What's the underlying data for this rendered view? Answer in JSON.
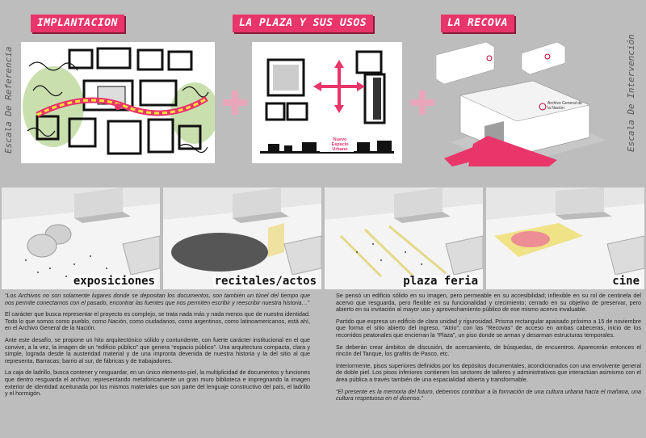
{
  "titles": {
    "implantacion": "IMPLANTACION",
    "plaza": "LA PLAZA Y SUS USOS",
    "recova": "LA RECOVA"
  },
  "side_labels": {
    "left": "Escala De Referencia",
    "right": "Escala De Intervención"
  },
  "plaza_diagram": {
    "label": "Nuevo Espacio Urbano"
  },
  "recova_diagram": {
    "building_label": "Archivo General de la Nación"
  },
  "renders": [
    {
      "label": "exposiciones"
    },
    {
      "label": "recitales/actos"
    },
    {
      "label": "plaza feria"
    },
    {
      "label": "cine"
    }
  ],
  "text_left": [
    "“Los Archivos no son solamente lugares donde se depositan los documentos, son también un túnel del tiempo que nos permite conectarnos con el pasado, encontrar las fuentes que nos permiten escribir y reescribir nuestra historia…”",
    "El carácter que busca representar el proyecto es complejo, se trata nada más y nada menos que de nuestra identidad. Todo lo que somos como pueblo, como Nación, como ciudadanos, como argentinos, como latinoamericanos, está ahí, en el Archivo General de la Nación.",
    "Ante este desafío, se propone un hito arquitectónico sólido y contundente, con fuerte carácter institucional en el que convive, a la vez, la imagen de un “edificio público” que genera “espacio público”. Una arquitectura compacta, clara y simple, lograda desde la austeridad material y de una impronta devenida de nuestra historia y la del sitio al que representa, Barracas; barrio al sur, de fábricas y de trabajadores.",
    "La caja de ladrillo, busca contener y resguardar, en un único elemento-piel, la multiplicidad de documentos y funciones que dentro resguarda el archivo; representando metafóricamente un gran muro biblioteca e impregnando la imagen exterior de identidad aceitunada por los mismos materiales que son parte del lenguaje constructivo del país, el ladrillo y el hormigón."
  ],
  "text_right": [
    "Se pensó un edificio sólido en su imagen, pero permeable en su accesibilidad; inflexible en su rol de centinela del acervo que resguarda, pero flexible en su funcionalidad y crecimiento; cerrado en su objetivo de preservar, pero abierto en su invitación al mayor uso y aprovechamiento público de ese mismo acervo invaluable.",
    "Partido que expresa un edificio de clara unidad y rigurosidad. Prisma rectangular apaisado próximo a 15 de noviembre que forma el sitio abierto del ingreso, “Atrio”; con las “Recovas” de acceso en ambas cabeceras, inicio de los recorridos peatonales que encierran la “Plaza”, un piso donde se arman y desarman estructuras temporales.",
    "Se deberán crear ámbitos de discusión, de acercamiento, de búsquedas, de encuentros. Aparecerán entonces el rincón del Tanque, los grafitis de Pasco, etc.",
    "Interiormente, pisos superiores definidos por los depósitos documentales, acondicionados con una envolvente general de doble piel. Los pisos inferiores contienen los sectores de talleres y administrativos que interactúan asimismo con el área pública a través también de una espacialidad abierta y transformable.",
    "“El presente es la memoria del futuro, debemos contribuir a la formación de una cultura urbana hacia el mañana, una cultura respetuosa en el disenso.”"
  ]
}
